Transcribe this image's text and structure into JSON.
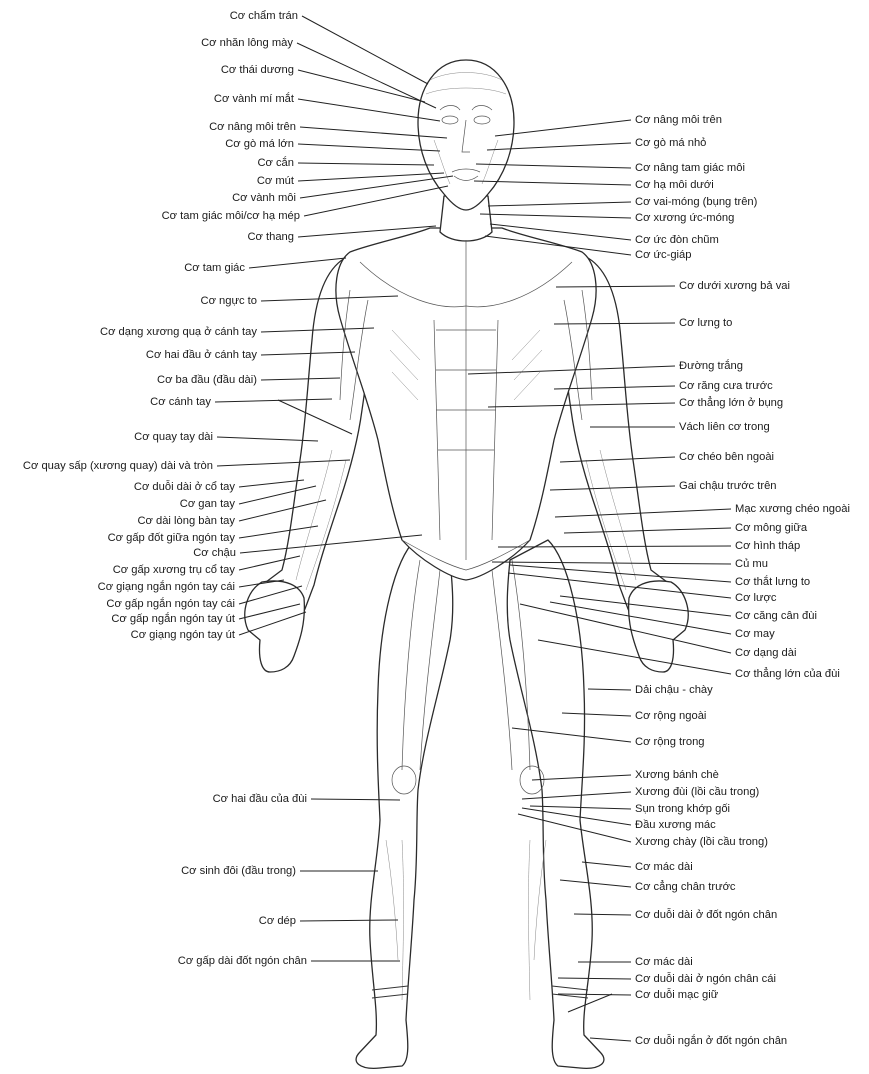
{
  "labels_left": [
    "Cơ chẩm trán",
    "Cơ nhăn lông mày",
    "Cơ thái dương",
    "Cơ vành mí mắt",
    "Cơ nâng môi trên",
    "Cơ gò má lớn",
    "Cơ cắn",
    "Cơ mút",
    "Cơ vành môi",
    "Cơ tam giác môi/cơ hạ mép",
    "Cơ thang",
    "Cơ tam giác",
    "Cơ ngực to",
    "Cơ dạng xương quạ ở cánh tay",
    "Cơ hai đầu ở cánh tay",
    "Cơ ba đầu (đầu dài)",
    "Cơ cánh tay",
    "Cơ quay tay dài",
    "Cơ quay sấp (xương quay) dài và tròn",
    "Cơ duỗi dài ở cổ tay",
    "Cơ gan tay",
    "Cơ dài lòng bàn tay",
    "Cơ gấp đốt giữa ngón tay",
    "Cơ chậu",
    "Cơ gấp xương trụ cổ tay",
    "Cơ giạng ngắn ngón tay cái",
    "Cơ gấp ngắn ngón tay cái",
    "Cơ gấp ngắn ngón tay út",
    "Cơ giạng ngón tay út",
    "Cơ hai đầu của đùi",
    "Cơ sinh đôi (đầu trong)",
    "Cơ dép",
    "Cơ gấp dài đốt ngón chân"
  ],
  "labels_right": [
    "Cơ nâng môi trên",
    "Cơ gò má nhỏ",
    "Cơ nâng tam giác môi",
    "Cơ hạ môi dưới",
    "Cơ vai-móng (bụng trên)",
    "Cơ xương ức-móng",
    "Cơ ức đòn chũm",
    "Cơ ức-giáp",
    "Cơ dưới xương bả vai",
    "Cơ lưng to",
    "Đường trắng",
    "Cơ răng cưa trước",
    "Cơ thẳng lớn ở bụng",
    "Vách liên cơ trong",
    "Cơ chéo bên ngoài",
    "Gai chậu trước trên",
    "Mạc xương chéo ngoài",
    "Cơ mông giữa",
    "Cơ hình tháp",
    "Củ mu",
    "Cơ thắt lưng to",
    "Cơ lược",
    "Cơ căng cân đùi",
    "Cơ may",
    "Cơ dạng dài",
    "Cơ thẳng lớn của đùi",
    "Dải chậu - chày",
    "Cơ rộng ngoài",
    "Cơ rộng trong",
    "Xương bánh chè",
    "Xương đùi (lồi cầu trong)",
    "Sụn trong khớp gối",
    "Đầu xương mác",
    "Xương chày (lồi cầu trong)",
    "Cơ mác dài",
    "Cơ cẳng chân trước",
    "Cơ duỗi dài ở đốt ngón chân",
    "Cơ mác dài",
    "Cơ duỗi dài ở ngón chân cái",
    "Cơ duỗi mạc giữ",
    "Cơ duỗi ngắn ở đốt ngón chân"
  ]
}
